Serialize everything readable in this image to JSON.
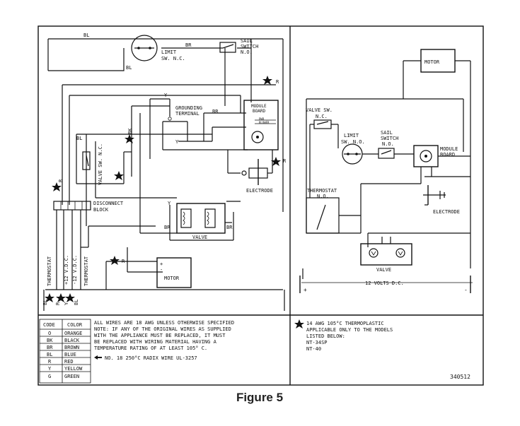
{
  "left": {
    "labels": {
      "bl1": "BL",
      "br1": "BR",
      "bl2": "BL",
      "limit_switch": [
        "LIMIT",
        "SW. N.C."
      ],
      "sail_switch": [
        "SAIL",
        "SWITCH",
        "N.O."
      ],
      "r1": "R",
      "r2": "R",
      "grounding_terminal": [
        "GROUNDING",
        "TERMINAL"
      ],
      "y1": "Y",
      "y2": "Y",
      "y3": "Y",
      "br2": "BR",
      "br3": "BR",
      "br4": "BR",
      "bl3": "BL",
      "bk1": "BK",
      "module_board": [
        "MODULE",
        "BOARD"
      ],
      "module_small": [
        "PWR",
        "BLOWER"
      ],
      "valve_sw": "VALVE SW. N.C.",
      "electrode": "ELECTRODE",
      "disconnect_block": [
        "DISCONNECT",
        "BLOCK"
      ],
      "valve": "VALVE",
      "motor": "MOTOR",
      "r3": "R",
      "r4": "R",
      "thermostat1": "THERMOSTAT",
      "plus12": "+12 V.D.C.",
      "minus12": "-12 V.D.C.",
      "thermostat2": "THERMOSTAT",
      "bottom_codes": [
        "BL",
        "R",
        "Y",
        "BL"
      ],
      "plus": "+",
      "minus": "-"
    }
  },
  "right": {
    "labels": {
      "motor": "MOTOR",
      "valve_sw": [
        "VALVE SW.",
        "N.C."
      ],
      "limit": [
        "LIMIT",
        "SW. N.O."
      ],
      "sail": [
        "SAIL",
        "SWITCH",
        "N.O."
      ],
      "module_board": [
        "MODULE",
        "BOARD"
      ],
      "thermostat": [
        "THERMOSTAT",
        "N.O."
      ],
      "electrode": "ELECTRODE",
      "valve": "VALVE",
      "volts": "12 VOLTS D.C.",
      "plus": "+",
      "minus": "-"
    }
  },
  "table": {
    "headers": [
      "CODE",
      "COLOR"
    ],
    "rows": [
      [
        "O",
        "ORANGE"
      ],
      [
        "BK",
        "BLACK"
      ],
      [
        "BR",
        "BROWN"
      ],
      [
        "BL",
        "BLUE"
      ],
      [
        "R",
        "RED"
      ],
      [
        "Y",
        "YELLOW"
      ],
      [
        "G",
        "GREEN"
      ]
    ]
  },
  "notes": {
    "left": [
      "ALL WIRES ARE 18 AWG UNLESS OTHERWISE SPECIFIED",
      "NOTE: IF ANY OF THE ORIGINAL WIRES AS SUPPLIED",
      "WITH THE APPLIANCE MUST BE REPLACED, IT MUST",
      "BE REPLACED WITH WIRING MATERIAL HAVING A",
      "TEMPERATURE RATING OF AT LEAST 105° C."
    ],
    "wire_note": "NO. 18 250°C RADIX WIRE UL-3257",
    "right": [
      "14 AWG 105°C THERMOPLASTIC",
      "APPLICABLE ONLY TO THE MODELS",
      "LISTED BELOW:",
      "NT-34SP",
      "NT-40"
    ],
    "part_number": "340512"
  },
  "caption": "Figure 5"
}
